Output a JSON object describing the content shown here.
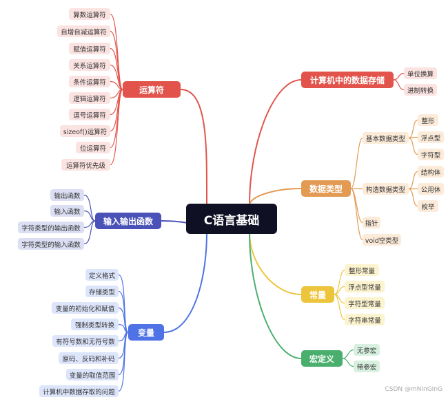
{
  "root": "C语言基础",
  "branches": {
    "ops": {
      "label": "运算符",
      "color": "#e2544b",
      "leaf_bg": "#fbe3e1",
      "children": [
        "算数运算符",
        "自增自减运算符",
        "赋值运算符",
        "关系运算符",
        "条件运算符",
        "逻辑运算符",
        "逗号运算符",
        "sizeof()运算符",
        "位运算符",
        "运算符优先级"
      ]
    },
    "io": {
      "label": "输入输出函数",
      "color": "#4a52b8",
      "leaf_bg": "#dcdff3",
      "children": [
        "输出函数",
        "输入函数",
        "字符类型的输出函数",
        "字符类型的输入函数"
      ]
    },
    "vars": {
      "label": "变量",
      "color": "#4f72e6",
      "leaf_bg": "#dde5fb",
      "children": [
        "定义格式",
        "存储类型",
        "变量的初始化和赋值",
        "强制类型转换",
        "有符号数和无符号数",
        "原码、反码和补码",
        "变量的取值范围",
        "计算机中数据存取的问题"
      ]
    },
    "storage": {
      "label": "计算机中的数据存储",
      "color": "#e2544b",
      "leaf_bg": "#fbe3e1",
      "children": [
        "单位换算",
        "进制转换"
      ]
    },
    "types": {
      "label": "数据类型",
      "color": "#e39a52",
      "leaf_bg": "#fcebd9",
      "children": [
        {
          "label": "基本数据类型",
          "children": [
            "整形",
            "浮点型",
            "字符型"
          ]
        },
        {
          "label": "构造数据类型",
          "children": [
            "结构体",
            "公用体",
            "枚举"
          ]
        },
        {
          "label": "指针"
        },
        {
          "label": "void空类型"
        }
      ]
    },
    "consts": {
      "label": "常量",
      "color": "#edc53d",
      "leaf_bg": "#fcf3cf",
      "children": [
        "整形常量",
        "浮点型常量",
        "字符型常量",
        "字符串常量"
      ]
    },
    "macro": {
      "label": "宏定义",
      "color": "#4aaf6e",
      "leaf_bg": "#d8f0df",
      "children": [
        "无参宏",
        "带参宏"
      ]
    }
  },
  "watermark": "CSDN @mNinGInG"
}
